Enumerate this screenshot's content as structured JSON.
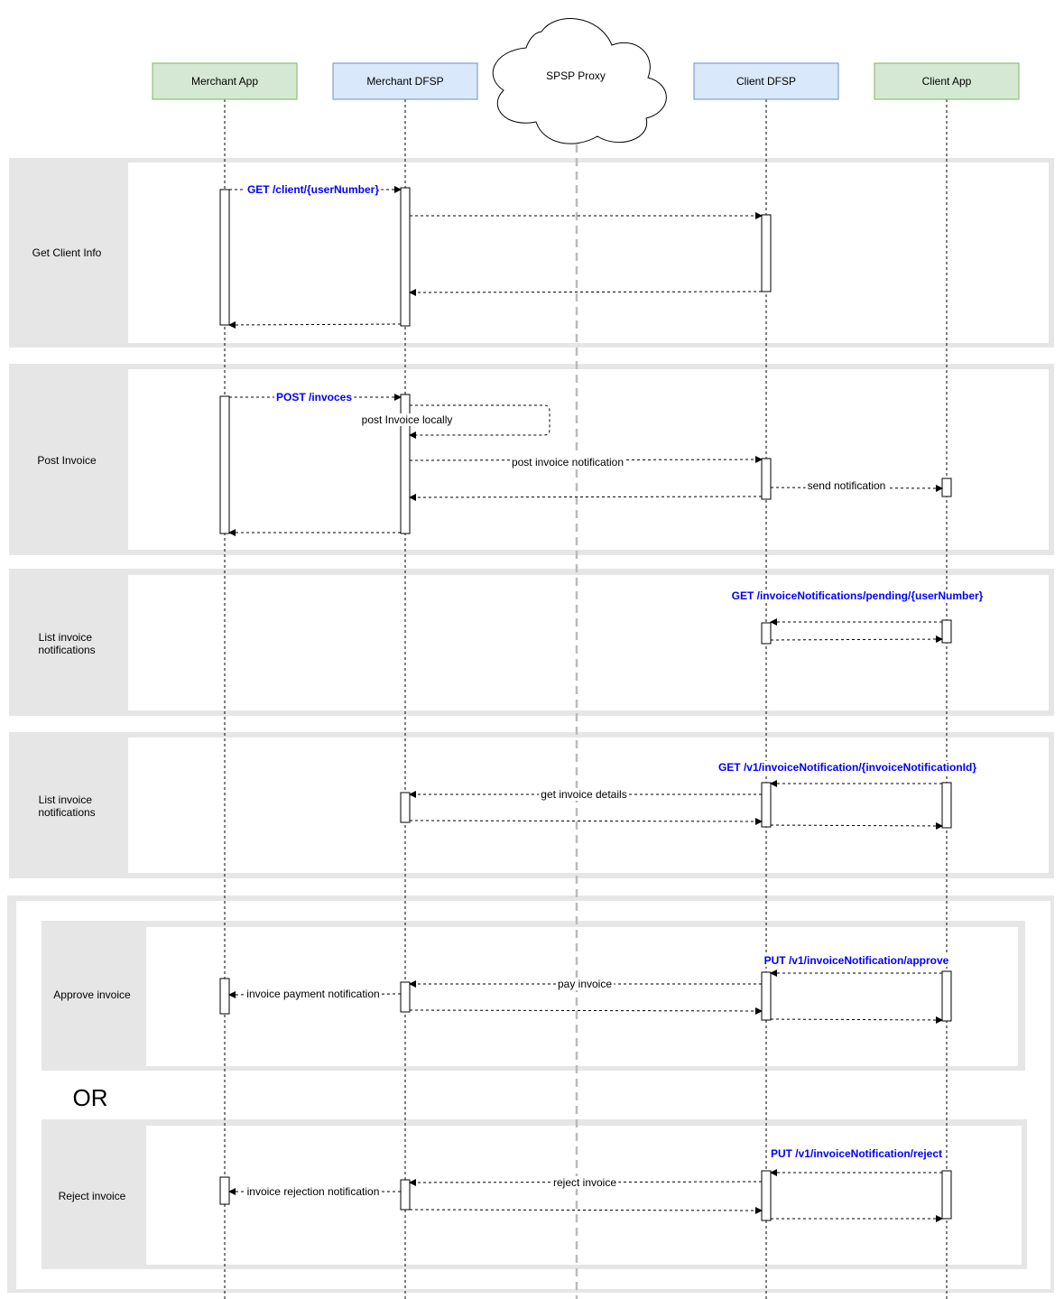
{
  "colors": {
    "participant_app_fill": "#d5e8d4",
    "participant_app_stroke": "#82b366",
    "participant_dfsp_fill": "#dae8fc",
    "participant_dfsp_stroke": "#6c8ebf",
    "frame_gray": "#e6e6e6",
    "api_label": "#0000ff",
    "line": "#000000"
  },
  "participants": [
    {
      "id": "merchant_app",
      "label": "Merchant App"
    },
    {
      "id": "merchant_dfsp",
      "label": "Merchant DFSP"
    },
    {
      "id": "spsp_proxy",
      "label": "SPSP Proxy"
    },
    {
      "id": "client_dfsp",
      "label": "Client DFSP"
    },
    {
      "id": "client_app",
      "label": "Client App"
    }
  ],
  "sections": [
    {
      "id": "get_client_info",
      "label": "Get Client Info"
    },
    {
      "id": "post_invoice",
      "label": "Post Invoice"
    },
    {
      "id": "list_notifications_1",
      "label": "List invoice notifications"
    },
    {
      "id": "list_notifications_2",
      "label": "List invoice notifications"
    },
    {
      "id": "approve_invoice",
      "label": "Approve invoice"
    },
    {
      "id": "reject_invoice",
      "label": "Reject invoice"
    }
  ],
  "or_label": "OR",
  "api_labels": {
    "get_client": "GET /client/{userNumber}",
    "post_invoices": "POST /invoces",
    "get_pending": "GET /invoiceNotifications/pending/{userNumber}",
    "get_notification": "GET /v1/invoiceNotification/{invoiceNotificationId}",
    "put_approve": "PUT /v1/invoiceNotification/approve",
    "put_reject": "PUT /v1/invoiceNotification/reject"
  },
  "messages": {
    "post_locally": "post Invoice locally",
    "post_notification": "post invoice notification",
    "send_notification": "send notification",
    "get_details": "get invoice details",
    "pay_invoice": "pay invoice",
    "payment_notification": "invoice payment notification",
    "reject_invoice": "reject invoice",
    "rejection_notification": "invoice rejection notification"
  }
}
